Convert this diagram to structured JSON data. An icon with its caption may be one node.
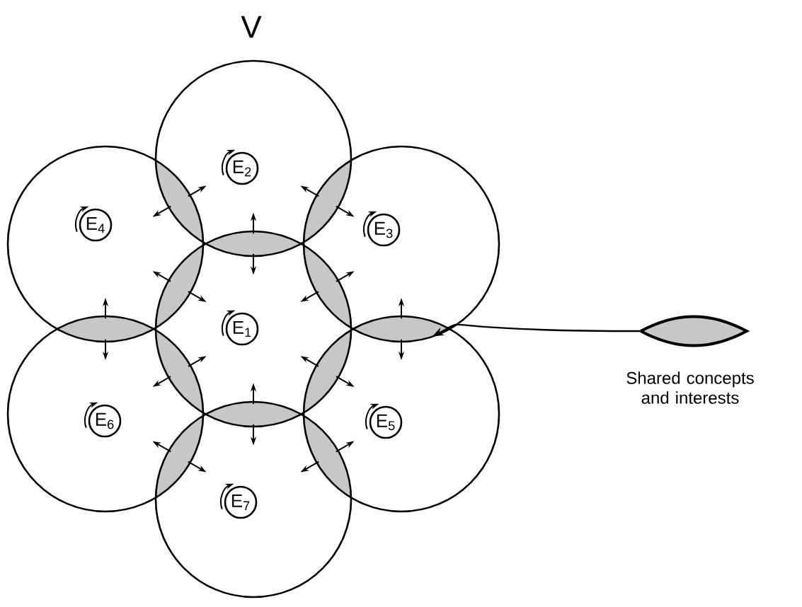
{
  "diagram": {
    "title": "V",
    "nodes": [
      {
        "text": [],
        "shape": "circle"
      },
      {
        "text": [
          "E$_{2}$"
        ],
        "in": 0
      },
      {
        "text": [],
        "shape": "circle"
      },
      {
        "text": [
          "E$_{4}$"
        ],
        "in": 2
      },
      {
        "text": [],
        "shape": "circle"
      },
      {
        "text": [
          "E$_{3}$"
        ],
        "in": 4
      },
      {
        "text": [],
        "shape": "circle"
      },
      {
        "text": [
          "E$_{1}$"
        ],
        "in": 6
      },
      {
        "text": [],
        "shape": "circle"
      },
      {
        "text": [
          "E$_{6}$"
        ],
        "in": 8
      },
      {
        "text": [],
        "shape": "circle"
      },
      {
        "text": [
          "E$_{5}$"
        ],
        "in": 10
      },
      {
        "text": [],
        "shape": "circle"
      },
      {
        "text": [
          "E$_{7}$"
        ],
        "in": 12
      },
      {
        "text": [],
        "shape": "lens"
      },
      {
        "text": [],
        "shape": "lens"
      },
      {
        "text": [],
        "shape": "lens"
      },
      {
        "text": [],
        "shape": "lens"
      },
      {
        "text": [],
        "shape": "lens"
      },
      {
        "text": [],
        "shape": "lens"
      },
      {
        "text": [],
        "shape": "lens"
      },
      {
        "text": [],
        "shape": "lens"
      },
      {
        "text": [],
        "shape": "lens"
      },
      {
        "text": [],
        "shape": "lens"
      },
      {
        "text": [],
        "shape": "lens"
      },
      {
        "text": [],
        "shape": "lens"
      },
      {
        "text": [],
        "shape": "lens",
        "beside": [
          "Shared concepts and interests"
        ]
      }
    ],
    "edges": [
      {
        "from": 26,
        "to": 20,
        "arrow": "to"
      },
      {
        "from": 14,
        "to": null,
        "arrow": "to"
      },
      {
        "from": 14,
        "to": null,
        "arrow": "to"
      },
      {
        "from": 15,
        "to": null,
        "arrow": "to"
      },
      {
        "from": 15,
        "to": null,
        "arrow": "to"
      },
      {
        "from": 16,
        "to": null,
        "arrow": "to"
      },
      {
        "from": 16,
        "to": null,
        "arrow": "to"
      },
      {
        "from": 17,
        "to": null,
        "arrow": "to"
      },
      {
        "from": 17,
        "to": null,
        "arrow": "to"
      },
      {
        "from": 18,
        "to": null,
        "arrow": "to"
      },
      {
        "from": 18,
        "to": null,
        "arrow": "to"
      },
      {
        "from": 19,
        "to": null,
        "arrow": "to"
      },
      {
        "from": 19,
        "to": null,
        "arrow": "to"
      },
      {
        "from": 20,
        "to": null,
        "arrow": "to"
      },
      {
        "from": 20,
        "to": null,
        "arrow": "to"
      },
      {
        "from": 21,
        "to": null,
        "arrow": "to"
      },
      {
        "from": 21,
        "to": null,
        "arrow": "to"
      },
      {
        "from": 22,
        "to": null,
        "arrow": "to"
      },
      {
        "from": 22,
        "to": null,
        "arrow": "to"
      },
      {
        "from": 23,
        "to": null,
        "arrow": "to"
      },
      {
        "from": 23,
        "to": null,
        "arrow": "to"
      },
      {
        "from": 24,
        "to": null,
        "arrow": "to"
      },
      {
        "from": 24,
        "to": null,
        "arrow": "to"
      },
      {
        "from": 25,
        "to": null,
        "arrow": "to"
      },
      {
        "from": 25,
        "to": null,
        "arrow": "to"
      }
    ]
  }
}
